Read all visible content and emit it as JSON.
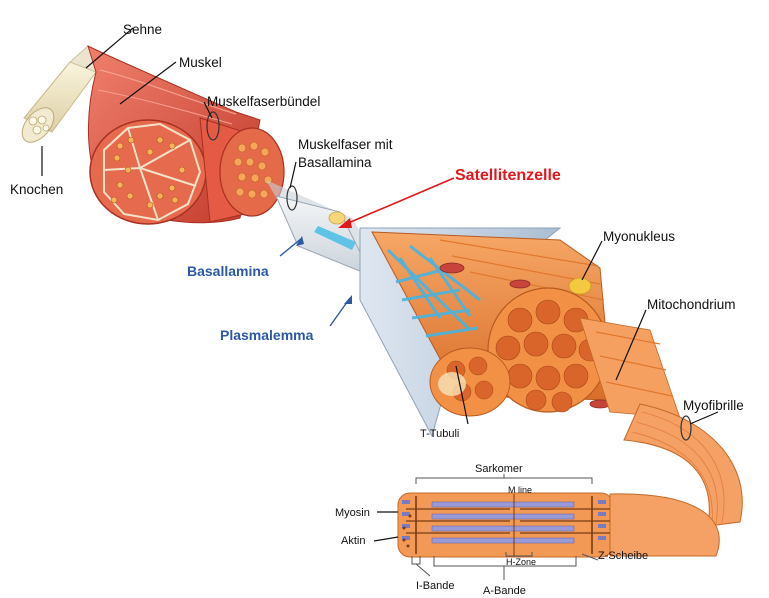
{
  "labels": {
    "sehne": "Sehne",
    "muskel": "Muskel",
    "knochen": "Knochen",
    "muskelfaserbuendel": "Muskelfaserbündel",
    "muskelfaser_line1": "Muskelfaser mit",
    "muskelfaser_line2": "Basallamina",
    "satellitenzelle": "Satellitenzelle",
    "basallamina": "Basallamina",
    "plasmalemma": "Plasmalemma",
    "myonukleus": "Myonukleus",
    "mitochondrium": "Mitochondrium",
    "t_tubuli": "T-Tubuli",
    "myofibrille": "Myofibrille",
    "sarkomer": "Sarkomer",
    "m_linie": "M line",
    "myosin": "Myosin",
    "aktin": "Aktin",
    "h_zone": "H-Zone",
    "z_scheibe": "Z-Scheibe",
    "i_bande": "I-Bande",
    "a_bande": "A-Bande"
  },
  "colors": {
    "satellite_label": "#e3171b",
    "membrane_labels": "#2d58a6",
    "muscle_red": "#d9473b",
    "fiber_orange": "#f08a3c",
    "myosin_lilac": "#9a9ad8",
    "tubule_blue": "#48b4e0"
  }
}
